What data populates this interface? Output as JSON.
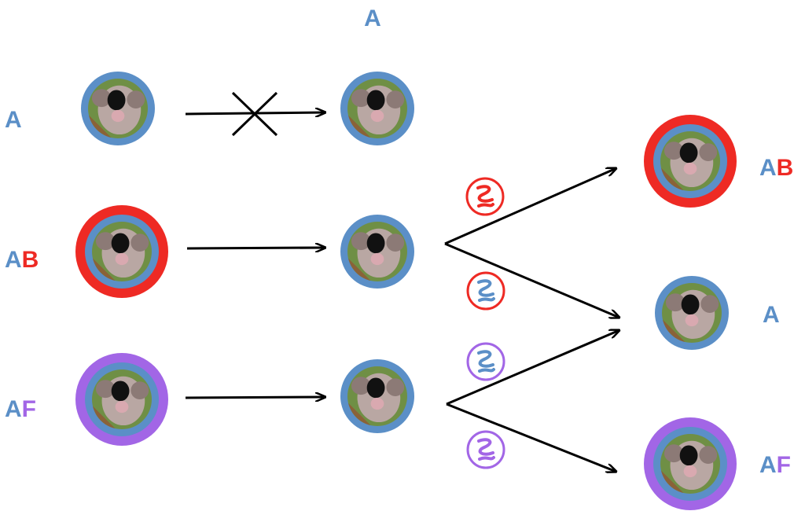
{
  "colors": {
    "blue": "#5b8fc7",
    "red": "#ee2a24",
    "purple": "#a266e6",
    "arrow": "#000000",
    "fur": "#b9a7a3",
    "fur_dark": "#8c7a76",
    "leaf": "#6f8f45",
    "wood": "#8a6238",
    "nose": "#111111"
  },
  "row_labels": [
    {
      "parts": [
        {
          "text": "A",
          "color": "blue"
        }
      ]
    },
    {
      "parts": [
        {
          "text": "A",
          "color": "blue"
        },
        {
          "text": "B",
          "color": "red"
        }
      ]
    },
    {
      "parts": [
        {
          "text": "A",
          "color": "blue"
        },
        {
          "text": "F",
          "color": "purple"
        }
      ]
    }
  ],
  "top_label": {
    "text": "A",
    "color": "blue"
  },
  "result_labels": [
    {
      "parts": [
        {
          "text": "A",
          "color": "blue"
        },
        {
          "text": "B",
          "color": "red"
        }
      ]
    },
    {
      "parts": [
        {
          "text": "A",
          "color": "blue"
        }
      ]
    },
    {
      "parts": [
        {
          "text": "A",
          "color": "blue"
        },
        {
          "text": "F",
          "color": "purple"
        }
      ]
    }
  ],
  "left_nodes": [
    {
      "rings": [
        "blue"
      ]
    },
    {
      "rings": [
        "red",
        "blue"
      ]
    },
    {
      "rings": [
        "purple",
        "blue"
      ]
    }
  ],
  "middle_nodes": [
    {
      "rings": [
        "blue"
      ]
    },
    {
      "rings": [
        "blue"
      ]
    },
    {
      "rings": [
        "blue"
      ]
    }
  ],
  "result_nodes": [
    {
      "rings": [
        "red",
        "blue"
      ]
    },
    {
      "rings": [
        "blue"
      ]
    },
    {
      "rings": [
        "purple",
        "blue"
      ]
    }
  ],
  "horizontal_arrows": [
    {
      "blocked": true
    },
    {
      "blocked": false
    },
    {
      "blocked": false
    }
  ],
  "branch_icons": [
    {
      "ring": "red",
      "glyph": "red"
    },
    {
      "ring": "red",
      "glyph": "blue"
    },
    {
      "ring": "purple",
      "glyph": "blue"
    },
    {
      "ring": "purple",
      "glyph": "purple"
    }
  ]
}
